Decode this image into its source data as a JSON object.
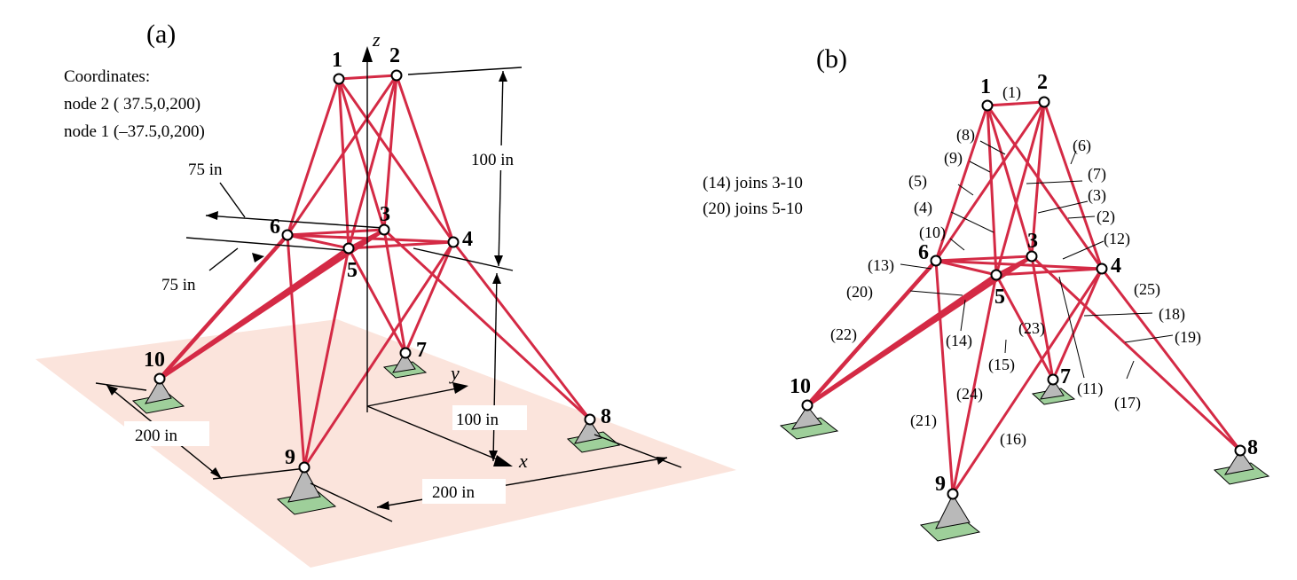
{
  "figure_a": {
    "label": "(a)",
    "coords_title": "Coordinates:",
    "coords_node2": "node 2 (  37.5,0,200)",
    "coords_node1": "node 1 (–37.5,0,200)",
    "axis_z": "z",
    "axis_y": "y",
    "axis_x": "x",
    "dim_75_top": "75  in",
    "dim_75_bottom": "75 in",
    "dim_100_top": "100 in",
    "dim_100_bottom": "100 in",
    "dim_200_left": "200 in",
    "dim_200_bottom": "200 in",
    "node_labels": [
      "1",
      "2",
      "3",
      "4",
      "5",
      "6",
      "7",
      "8",
      "9",
      "10"
    ]
  },
  "figure_b": {
    "label": "(b)",
    "note_14": "(14) joins 3-10",
    "note_20": "(20) joins 5-10",
    "node_labels": [
      "1",
      "2",
      "3",
      "4",
      "5",
      "6",
      "7",
      "8",
      "9",
      "10"
    ],
    "member_labels": [
      "(1)",
      "(2)",
      "(3)",
      "(4)",
      "(5)",
      "(6)",
      "(7)",
      "(8)",
      "(9)",
      "(10)",
      "(11)",
      "(12)",
      "(13)",
      "(14)",
      "(15)",
      "(16)",
      "(17)",
      "(18)",
      "(19)",
      "(20)",
      "(21)",
      "(22)",
      "(23)",
      "(24)",
      "(25)"
    ]
  },
  "colors": {
    "member": "#d42a45",
    "ground": "#fbe4dc",
    "support_base": "#9ecf9a",
    "support_pyramid": "#b9b9b9"
  }
}
